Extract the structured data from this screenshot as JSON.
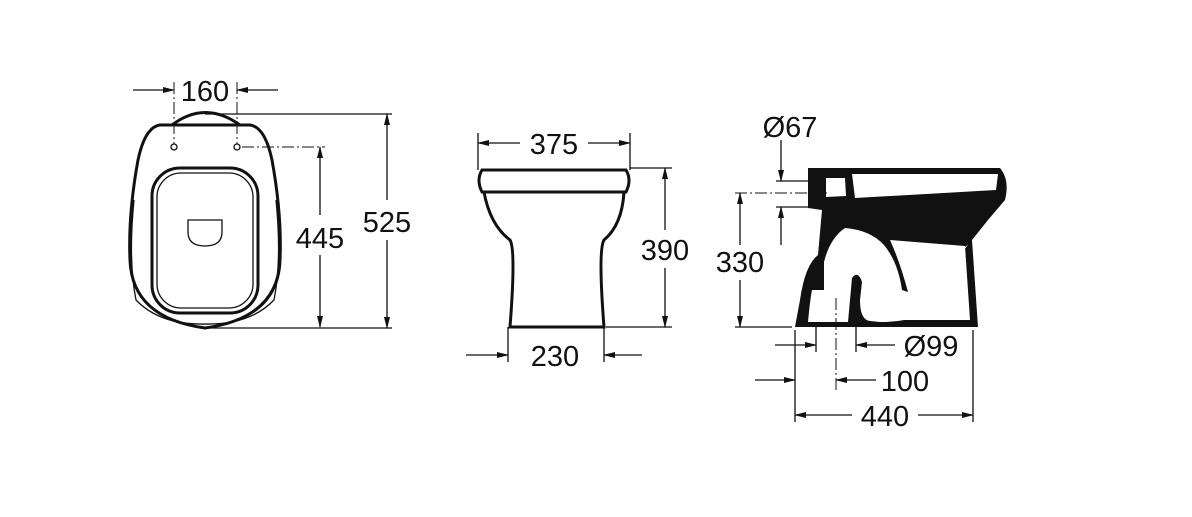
{
  "views": {
    "top": {
      "dimensions": {
        "hole_spacing": "160",
        "hole_to_front": "445",
        "overall_length": "525"
      }
    },
    "front": {
      "dimensions": {
        "top_width": "375",
        "height": "390",
        "base_width": "230"
      }
    },
    "side": {
      "dimensions": {
        "inlet_diameter": "Ø67",
        "inlet_height": "330",
        "outlet_diameter": "Ø99",
        "outlet_offset": "100",
        "overall_depth": "440"
      }
    }
  },
  "colors": {
    "line": "#111111",
    "background": "#ffffff"
  }
}
